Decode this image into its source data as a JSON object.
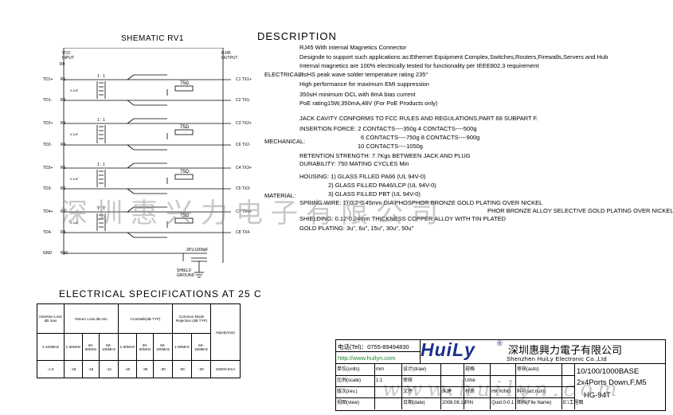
{
  "schematic": {
    "title": "SHEMATIC RV1",
    "vcc_label": "VCC\nINPUT",
    "rj45_label": "RJ45\nOUTPUT",
    "shield_label": "SHIELD\nGROUND",
    "cap_label": "2KV,1000pF",
    "r9": "R9",
    "left_pins": [
      {
        "name": "TD1+",
        "r": "R1"
      },
      {
        "name": "TD1-",
        "r": "R2"
      },
      {
        "name": "TD2+",
        "r": "R3"
      },
      {
        "name": "TD2-",
        "r": "R4"
      },
      {
        "name": "TD3+",
        "r": "R5"
      },
      {
        "name": "TD3-",
        "r": "R6"
      },
      {
        "name": "TD4+",
        "r": "R7"
      },
      {
        "name": "TD4-",
        "r": "R8"
      },
      {
        "name": "GND",
        "r": "R10"
      }
    ],
    "right_pins": [
      "C1 TX1+",
      "C2 TX1-",
      "C3 TX2+",
      "C6 TX2-",
      "C4 TX3+",
      "C5 TX3-",
      "C7 TX4+",
      "C8 TX4-"
    ],
    "ratio": "1 : 1",
    "resistor": "75Ω",
    "cap_small": "0.1uF"
  },
  "description": {
    "title": "DESCRIPTION",
    "electrical_label": "ELECTRICAL:",
    "mechanical_label": "MECHANICAL:",
    "material_label": "MATERIAL:",
    "lines": [
      "RJ45 With internal Magnetics Connector",
      "Designde to support such applications as:Ethernet Equipment Complex,Switches,Routers,Firewalls,Servers and Hub",
      "Internal magnetics are 100% electrically tested for functionality per IEEE802.3 requirement",
      "RoHS peak wave solder temperature rating 235°",
      "High performance for maximum EMI suppression",
      "350uH minimum OCL with 8mA bias current",
      "PoE rating15W,350mA,48V (For PoE Products only)",
      "JACK CAVITY CONFORMS TO FCC RULES AND REGULATIONS,PART 68 SUBPART F.",
      "INSERTION FORCE:      2 CONTACTS----350g   4 CONTACTS----500g",
      "6 CONTACTS----750g   8 CONTACTS----900g",
      "10 CONTACTS----1050g",
      "RETENTION STRENGTH: 7.7Kgs BETWEEN JACK AND PLUG",
      "DURABILITY:           750 MATING CYCLES Min",
      "HOUSING: 1) GLASS FILLED PA66 (UL 94V-0)",
      "2) GLASS FILLED PA46/LCP (UL 94V-0)",
      "3) GLASS FILLED PBT (UL 94V-0)",
      "SPRING WIRE:  1) 0.2-0.45mm DIA PHOSPHOR BRONZE GOLD PLATING OVER NICKEL",
      "PHOR BRONZE ALLOY SELECTIVE GOLD PLATING OVER NICKEL",
      "SHIELDING:     0.12-0.24mm THICKNESS COPPER ALLOY WITH TIN PLATED",
      "GOLD PLATING: 3u\", 6u\", 15u\", 30u\", 50u\""
    ]
  },
  "electrical_spec": {
    "title": "ELECTRICAL SPECIFICATIONS AT 25 C",
    "headers": {
      "insertion_loss": "Insertion Loss dB max",
      "return_loss": "Return Loss dB min",
      "crosstalk": "Crosstalk(dB TYP)",
      "common_mode": "Common Mode Rejection (dB TYP)",
      "hipot": "Hipot(vrms)"
    },
    "freq_row": [
      "1-100MHz",
      "1-30MHz",
      "30- 60MHz",
      "60- 100MHz",
      "1-30MHz",
      "30- 60MHz",
      "60- 100MHz",
      "1-50MHz",
      "50-150MHz",
      ""
    ],
    "value_row": [
      "-1.0",
      "-18",
      "-16",
      "-12",
      "-40",
      "-35",
      "-30",
      "-30",
      "-20",
      "1500/0.5mA"
    ]
  },
  "title_block": {
    "tel": "电话(Tel)：0755-89494830",
    "url": "http://www.huilyn.com",
    "logo": "HuiLy",
    "company_cn": "深圳惠興力電子有限公司",
    "company_en": "Shenzhen HuiLy Electronic Co.,Ltd",
    "product_line1": "10/100/1000BASE",
    "product_line2": "2x4Ports Down,F,M5",
    "part_no": "HG-94T",
    "rows": [
      [
        "单位(units)",
        "mm",
        "设计(draw)",
        "",
        "规格",
        "",
        "审核(auto)",
        ""
      ],
      [
        "比例(scale)",
        "1:1",
        "审核",
        "",
        "Ume",
        "",
        "",
        ""
      ],
      [
        "版次(rev.)",
        "",
        "文件",
        "朱建",
        "材质",
        "HK KING",
        "料号(art.num)",
        ""
      ],
      [
        "视图(view)",
        "",
        "日期(date)",
        "2008.08.12",
        "PIN",
        "Quot.0-0.1",
        "图档(File Name)",
        "E:\\工程图"
      ]
    ]
  },
  "watermarks": {
    "cn": "深圳惠兴力电子有限公司",
    "en": "www.huilyn.com"
  },
  "colors": {
    "ink": "#000000",
    "logo_blue": "#1a2f8c",
    "url_green": "#1a8a2a",
    "watermark": "#888888"
  }
}
